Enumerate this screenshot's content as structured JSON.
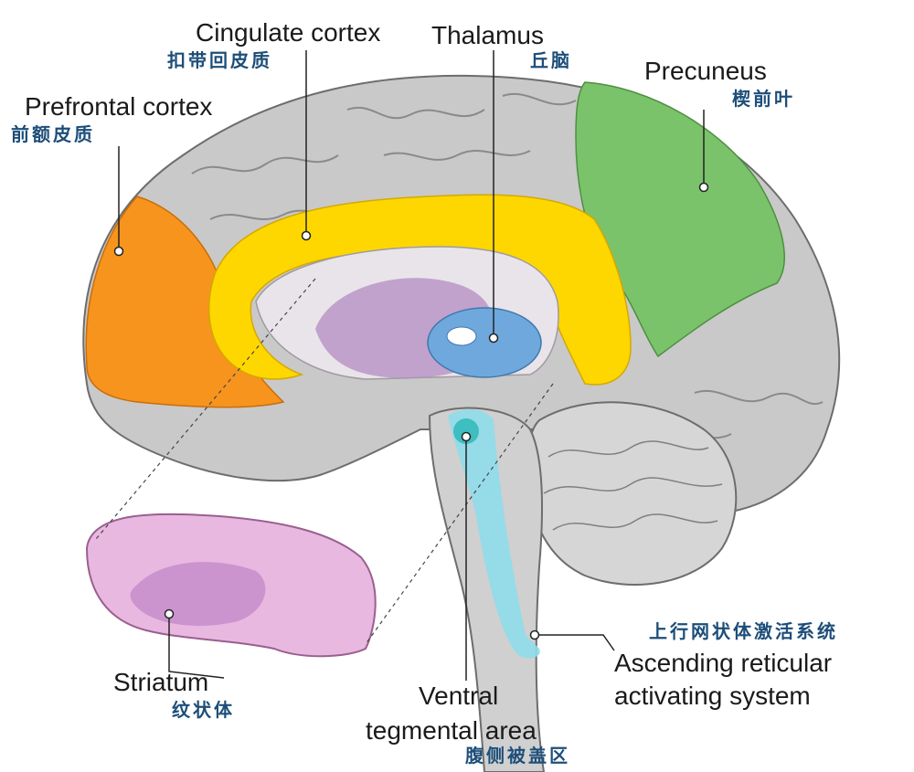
{
  "labels": {
    "cingulate": {
      "en": "Cingulate cortex",
      "zh": "扣带回皮质"
    },
    "thalamus": {
      "en": "Thalamus",
      "zh": "丘脑"
    },
    "precuneus": {
      "en": "Precuneus",
      "zh": "楔前叶"
    },
    "prefrontal": {
      "en": "Prefrontal cortex",
      "zh": "前额皮质"
    },
    "striatum": {
      "en": "Striatum",
      "zh": "纹状体"
    },
    "vta": {
      "en_line1": "Ventral",
      "en_line2": "tegmental area",
      "zh": "腹侧被盖区"
    },
    "aras": {
      "zh": "上行网状体激活系统",
      "en_line1": "Ascending reticular",
      "en_line2": "activating system"
    }
  },
  "colors": {
    "prefrontal": "#f7941d",
    "cingulate": "#ffd700",
    "precuneus": "#7ac36a",
    "thalamus": "#6fa8dc",
    "striatum": "#e8b8e0",
    "vta_aras": "#8fdcea",
    "cortex_gray": "#c9c9c9",
    "label_zh": "#1d4e79"
  }
}
